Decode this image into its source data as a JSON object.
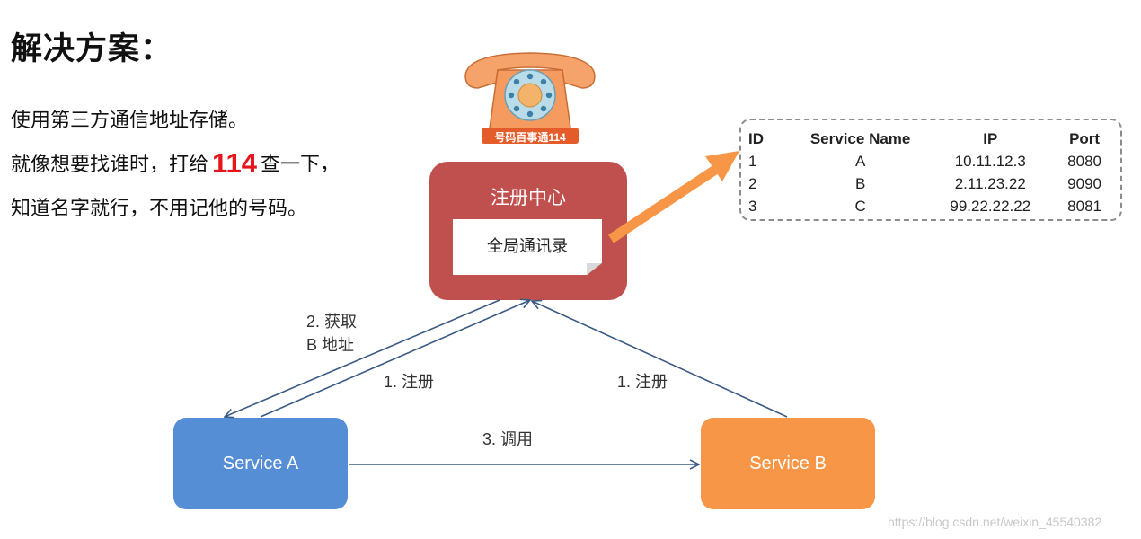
{
  "heading": {
    "title": "解决方案：",
    "line1": "使用第三方通信地址存储。",
    "line2_prefix": "就像想要找谁时，打给",
    "line2_highlight": "114",
    "line2_suffix": "查一下，",
    "line3": "知道名字就行，不用记他的号码。"
  },
  "phone_logo": {
    "label": "号码百事通114"
  },
  "registry": {
    "title": "注册中心",
    "directory": "全局通讯录"
  },
  "services": {
    "a": "Service A",
    "b": "Service B"
  },
  "edges": {
    "fetch_line1": "2. 获取",
    "fetch_line2": "B 地址",
    "register_a": "1. 注册",
    "register_b": "1. 注册",
    "invoke": "3. 调用"
  },
  "table": {
    "headers": [
      "ID",
      "Service Name",
      "IP",
      "Port"
    ],
    "rows": [
      [
        "1",
        "A",
        "10.11.12.3",
        "8080"
      ],
      [
        "2",
        "B",
        "2.11.23.22",
        "9090"
      ],
      [
        "3",
        "C",
        "99.22.22.22",
        "8081"
      ]
    ]
  },
  "watermark": "https://blog.csdn.net/weixin_45540382",
  "colors": {
    "registry": "#c0504d",
    "service_a": "#558ed5",
    "service_b": "#f79646",
    "arrow": "#3a5a84",
    "pointer": "#f79646",
    "highlight": "#e8141c"
  }
}
